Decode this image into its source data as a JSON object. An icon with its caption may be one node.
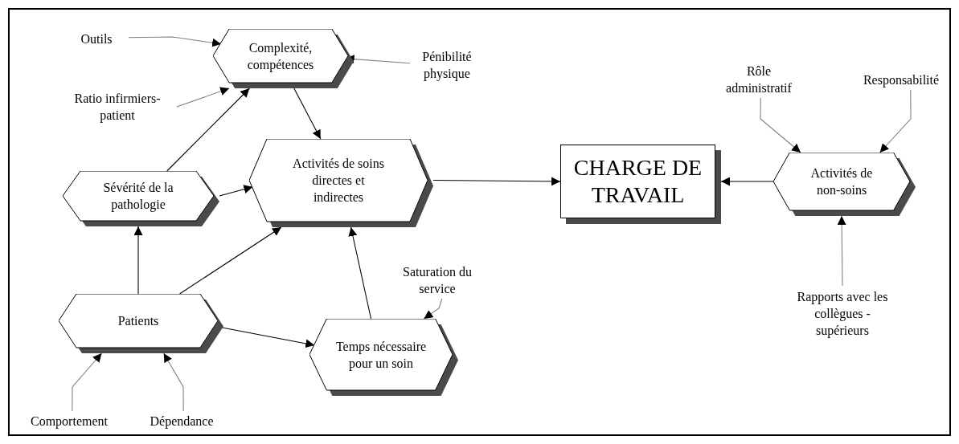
{
  "diagram": {
    "nodes": [
      {
        "text": [
          "Outils"
        ]
      },
      {
        "text": [
          "Complexité, compétences"
        ]
      },
      {
        "text": [
          "Pénibilité physique"
        ]
      },
      {
        "text": [
          "Ratio infirmiers-patient"
        ]
      },
      {
        "text": [
          "Rôle administratif"
        ]
      },
      {
        "text": [
          "Responsabilité"
        ]
      },
      {
        "text": [
          "Activités de soins directes et indirectes"
        ]
      },
      {
        "text": [
          "CHARGE DE TRAVAIL"
        ]
      },
      {
        "text": [
          "Activités de non-soins"
        ]
      },
      {
        "text": [
          "Sévérité de la pathologie"
        ]
      },
      {
        "text": [
          "Saturation du service"
        ]
      },
      {
        "text": [
          "Rapports avec les collègues - supérieurs"
        ]
      },
      {
        "text": [
          "Patients"
        ]
      },
      {
        "text": [
          "Temps nécessaire pour un soin"
        ]
      },
      {
        "text": [
          "Comportement"
        ]
      },
      {
        "text": [
          "Dépendance"
        ]
      }
    ],
    "edges": [
      {
        "from": 0,
        "to": 1,
        "arrow": "to",
        "color": "#808080"
      },
      {
        "from": 3,
        "to": 1,
        "arrow": "to",
        "color": "#808080"
      },
      {
        "from": 2,
        "to": 1,
        "arrow": "to",
        "color": "#808080"
      },
      {
        "from": 9,
        "to": 1,
        "arrow": "to",
        "color": "#000000"
      },
      {
        "from": 1,
        "to": 6,
        "arrow": "to",
        "color": "#000000"
      },
      {
        "from": 9,
        "to": 6,
        "arrow": "to",
        "color": "#000000"
      },
      {
        "from": 12,
        "to": 9,
        "arrow": "to",
        "color": "#000000"
      },
      {
        "from": 12,
        "to": 6,
        "arrow": "to",
        "color": "#000000"
      },
      {
        "from": 12,
        "to": 13,
        "arrow": "to",
        "color": "#000000"
      },
      {
        "from": 13,
        "to": 6,
        "arrow": "to",
        "color": "#000000"
      },
      {
        "from": 10,
        "to": 13,
        "arrow": "to",
        "color": "#808080"
      },
      {
        "from": 6,
        "to": 7,
        "arrow": "to",
        "color": "#000000"
      },
      {
        "from": 8,
        "to": 7,
        "arrow": "to",
        "color": "#000000"
      },
      {
        "from": 4,
        "to": 8,
        "arrow": "to",
        "color": "#808080"
      },
      {
        "from": 5,
        "to": 8,
        "arrow": "to",
        "color": "#808080"
      },
      {
        "from": 11,
        "to": 8,
        "arrow": "to",
        "color": "#808080"
      },
      {
        "from": 14,
        "to": 12,
        "arrow": "to",
        "color": "#808080"
      },
      {
        "from": 15,
        "to": 12,
        "arrow": "to",
        "color": "#808080"
      }
    ]
  }
}
